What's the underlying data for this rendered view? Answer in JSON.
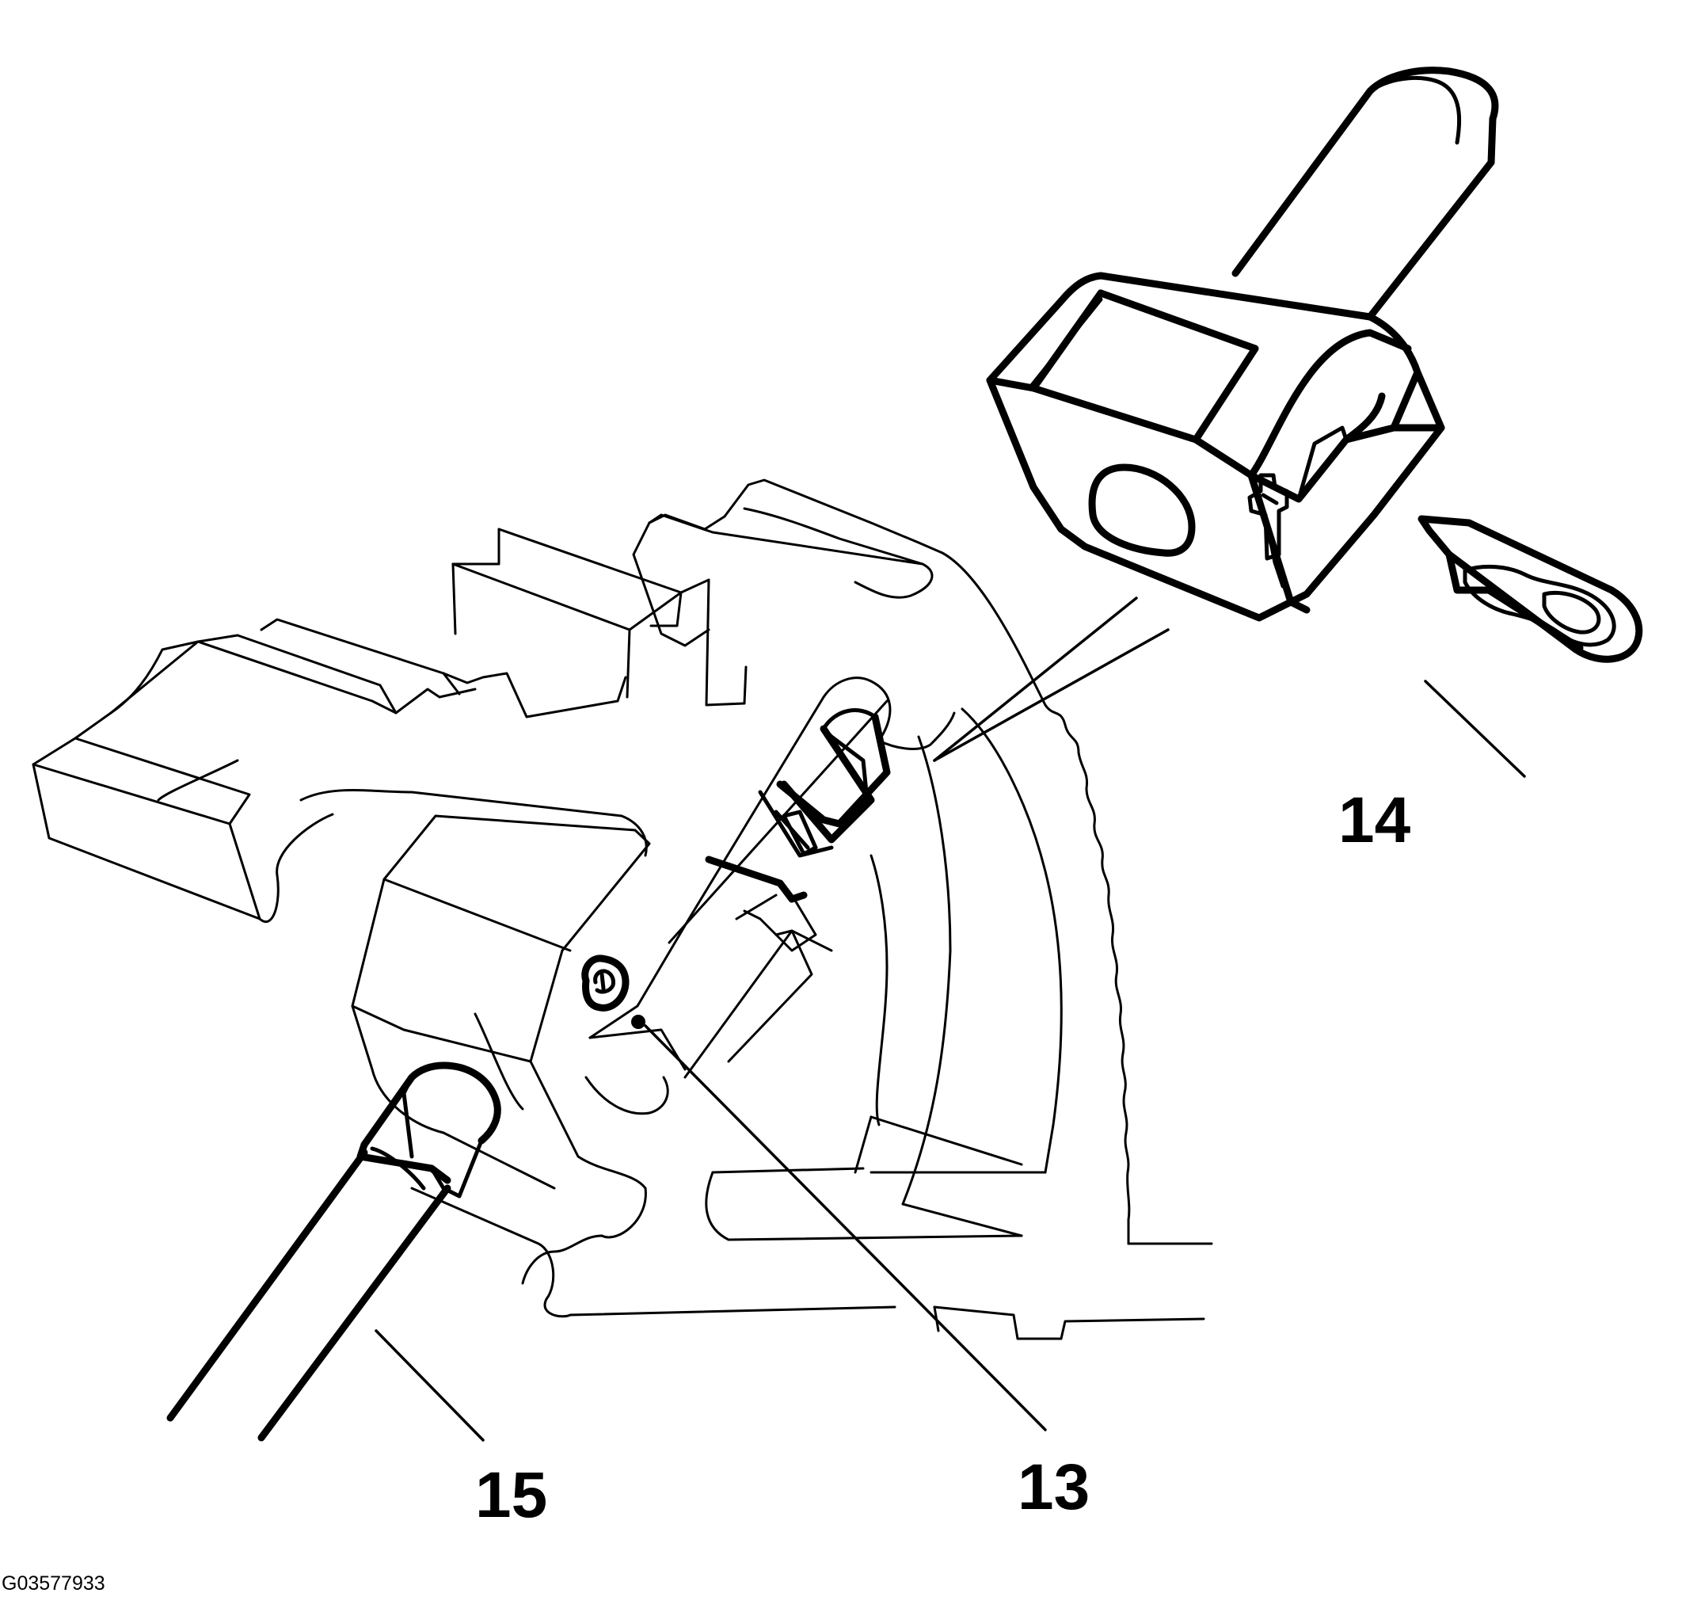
{
  "callouts": {
    "label_13": "13",
    "label_14": "14",
    "label_15": "15"
  },
  "figure_id": "G03577933",
  "colors": {
    "line": "#000000",
    "background": "#ffffff"
  }
}
